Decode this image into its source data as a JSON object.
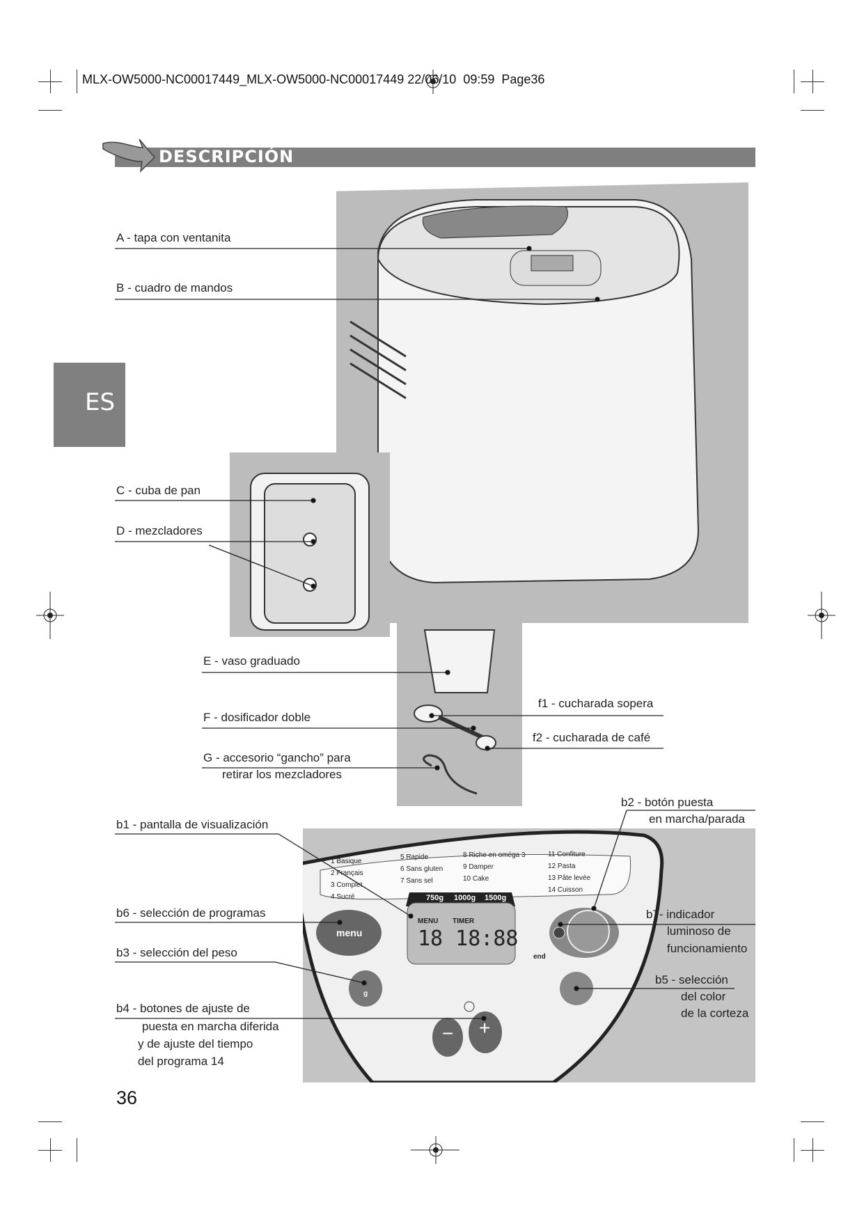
{
  "header": {
    "slug": "MLX-OW5000-NC00017449_MLX-OW5000-NC00017449 22/06/10  09:59  Page36"
  },
  "section": {
    "title": "DESCRIPCIÓN",
    "lang_tab": "ES"
  },
  "labels": {
    "A": "A - tapa con ventanita",
    "B": "B - cuadro de mandos",
    "C": "C - cuba de pan",
    "D": "D - mezcladores",
    "E": "E - vaso graduado",
    "F": "F - dosificador doble",
    "G1": "G - accesorio “gancho” para",
    "G2": "retirar los mezcladores",
    "f1": "f1 - cucharada sopera",
    "f2": "f2 - cucharada de café",
    "b1": "b1 - pantalla de visualización",
    "b2a": "b2 - botón puesta",
    "b2b": "en marcha/parada",
    "b6": "b6 - selección de programas",
    "b3": "b3 - selección del peso",
    "b4a": "b4 - botones de ajuste de",
    "b4b": "puesta en marcha diferida",
    "b4c": "y de ajuste del tiempo",
    "b4d": "del programa 14",
    "b7a": "b7- indicador",
    "b7b": "luminoso de",
    "b7c": "funcionamiento",
    "b5a": "b5 - selección",
    "b5b": "del color",
    "b5c": "de la corteza"
  },
  "control_panel": {
    "programs": [
      "1 Basique",
      "2 Français",
      "3 Complet",
      "4 Sucré",
      "5 Rapide",
      "6 Sans gluten",
      "7 Sans sel",
      "8 Riche en oméga 3",
      "9 Damper",
      "10 Cake",
      "11 Confiture",
      "12 Pasta",
      "13 Pâte levée",
      "14 Cuisson"
    ],
    "weights": [
      "750g",
      "1000g",
      "1500g"
    ],
    "menu_button": "menu",
    "display_menu": "MENU",
    "display_timer": "TIMER",
    "display_digits": "18 18:88",
    "end_label": "end",
    "weight_button_label": "g",
    "minus": "−",
    "plus": "+"
  },
  "page_number": "36"
}
